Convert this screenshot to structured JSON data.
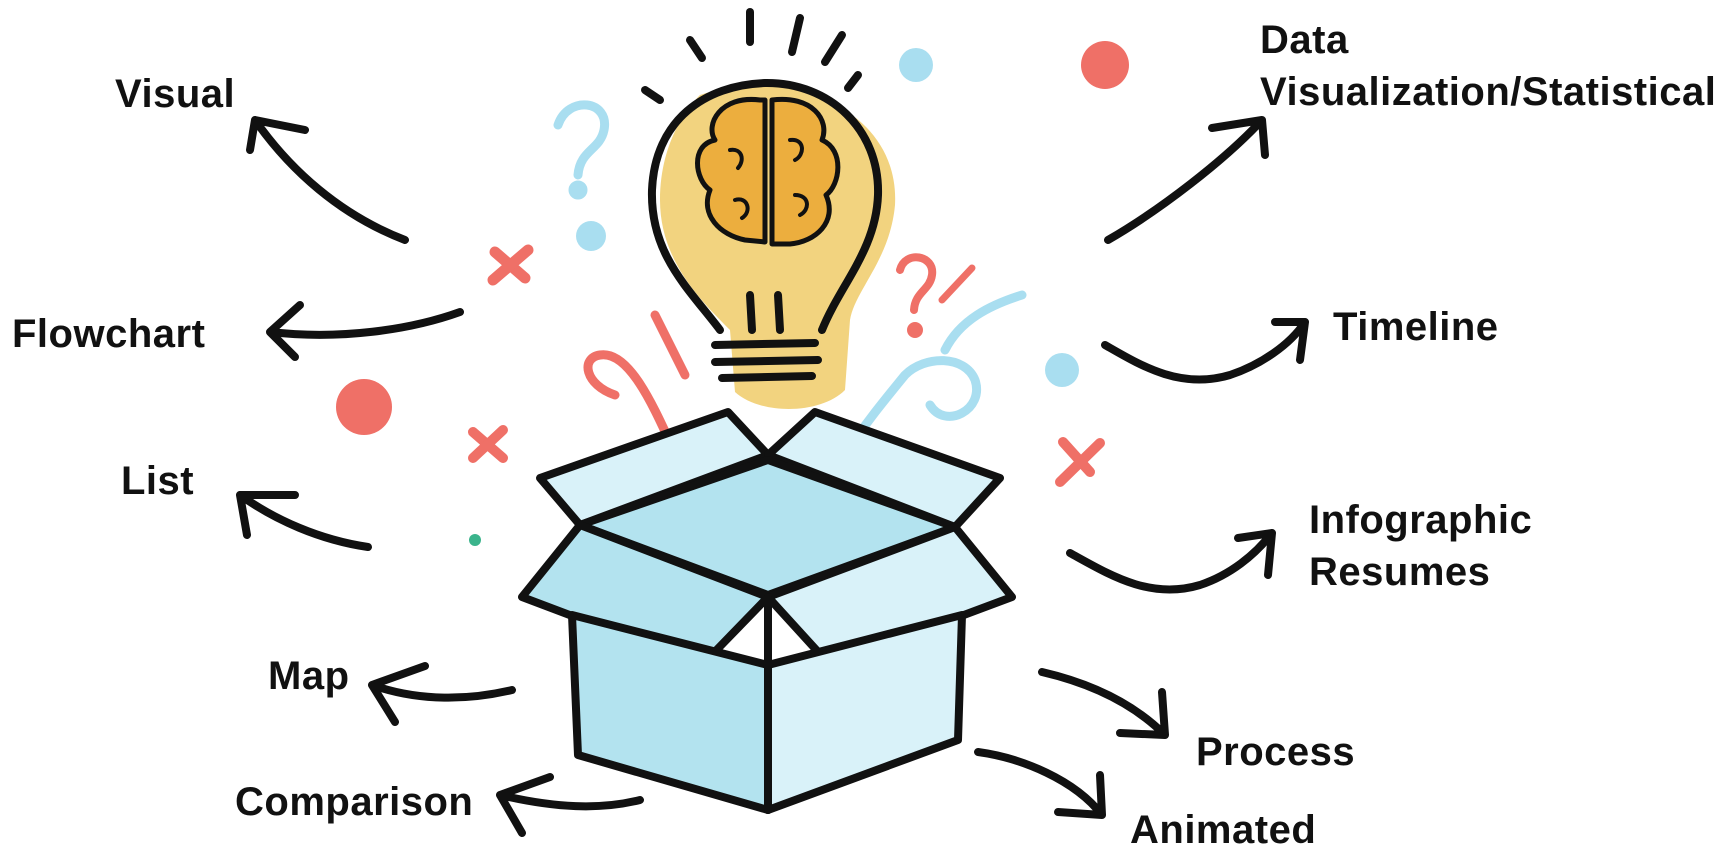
{
  "labels": {
    "visual": "Visual",
    "flowchart": "Flowchart",
    "list": "List",
    "map": "Map",
    "comparison": "Comparison",
    "data_line1": "Data",
    "data_line2": "Visualization/Statistical",
    "timeline": "Timeline",
    "infographic_line1": "Infographic",
    "infographic_line2": "Resumes",
    "process": "Process",
    "animated": "Animated"
  },
  "colors": {
    "ink": "#111111",
    "box_light": "#d9f2f9",
    "box_mid": "#b3e3ef",
    "bulb_glow": "#f2d37f",
    "brain": "#ecae3e",
    "accent_red": "#ef7067",
    "accent_blue": "#a9def0",
    "accent_green": "#3bb48c"
  },
  "icons": [
    "lightbulb-icon",
    "brain-icon",
    "open-box-icon",
    "question-mark-icon",
    "star-icon",
    "cross-icon",
    "dot-icon"
  ]
}
